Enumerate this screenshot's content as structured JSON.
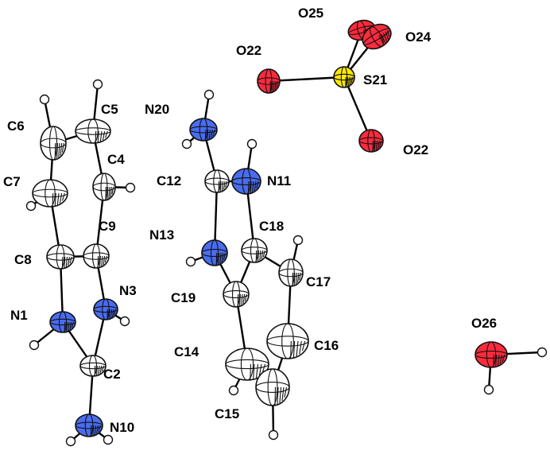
{
  "colors": {
    "carbon": "#ffffff",
    "nitrogen": "#4a6cf0",
    "oxygen": "#ff2b3d",
    "sulfur": "#ffea00",
    "hydrogen": "#ffffff",
    "bond": "#000000"
  },
  "labels": {
    "O25": "O25",
    "O24": "O24",
    "O22a": "O22",
    "S21": "S21",
    "O22b": "O22",
    "N20": "N20",
    "C5": "C5",
    "C6": "C6",
    "C4": "C4",
    "C12": "C12",
    "N11": "N11",
    "C7": "C7",
    "N13": "N13",
    "C18": "C18",
    "C8": "C8",
    "C9": "C9",
    "C17": "C17",
    "C19": "C19",
    "N3": "N3",
    "N1": "N1",
    "O26": "O26",
    "C16": "C16",
    "C14": "C14",
    "C2": "C2",
    "C15": "C15",
    "N10": "N10"
  }
}
